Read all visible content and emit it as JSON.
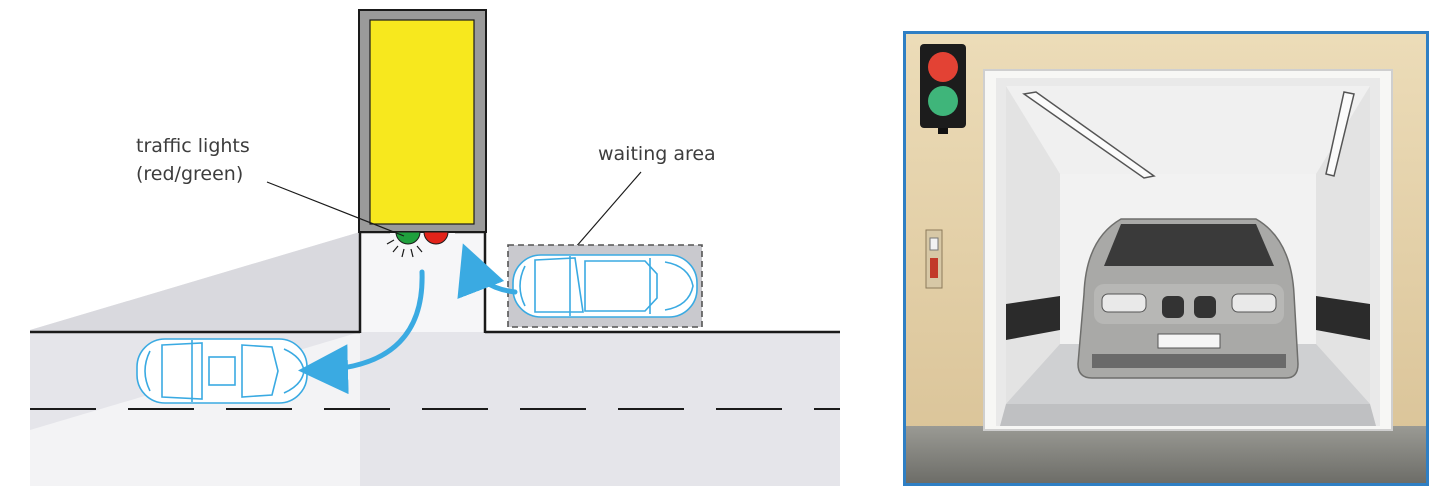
{
  "diagram": {
    "labels": {
      "traffic_lights_line1": "traffic lights",
      "traffic_lights_line2": "(red/green)",
      "waiting_area": "waiting area"
    },
    "colors": {
      "elevator_fill": "#f7e81e",
      "shaft_fill": "#9a9a9a",
      "road_fill": "#e5e5ea",
      "arrow": "#3aaae2",
      "car_outline": "#3aaae2",
      "light_green": "#1fa03d",
      "light_red": "#e2231a"
    },
    "icons": [
      "traffic-light-icon",
      "car-icon",
      "arrow-icon"
    ]
  },
  "photo": {
    "subject": "car elevator with red/green traffic light",
    "colors": {
      "frame": "#2f7fc4",
      "wall": "#e7d3ad",
      "signal_red": "#e34234",
      "signal_green": "#3fb57a"
    }
  }
}
